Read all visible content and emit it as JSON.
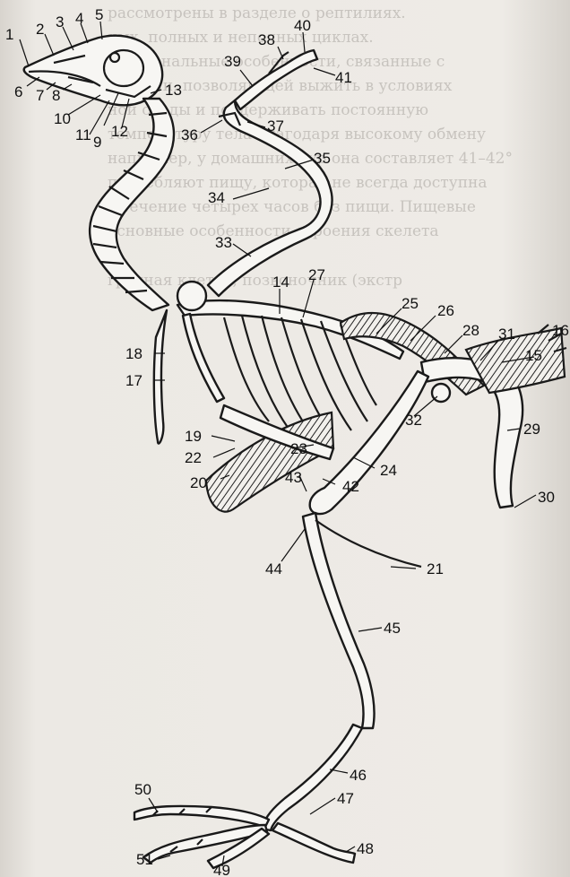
{
  "figure": {
    "labels": [
      {
        "id": "1",
        "text": "1"
      },
      {
        "id": "2",
        "text": "2"
      },
      {
        "id": "3",
        "text": "3"
      },
      {
        "id": "4",
        "text": "4"
      },
      {
        "id": "5",
        "text": "5"
      },
      {
        "id": "6",
        "text": "6"
      },
      {
        "id": "7",
        "text": "7"
      },
      {
        "id": "8",
        "text": "8"
      },
      {
        "id": "9",
        "text": "9"
      },
      {
        "id": "10",
        "text": "10"
      },
      {
        "id": "11",
        "text": "11"
      },
      {
        "id": "12",
        "text": "12"
      },
      {
        "id": "13",
        "text": "13"
      },
      {
        "id": "14",
        "text": "14"
      },
      {
        "id": "15",
        "text": "15"
      },
      {
        "id": "16",
        "text": "16"
      },
      {
        "id": "17",
        "text": "17"
      },
      {
        "id": "18",
        "text": "18"
      },
      {
        "id": "19",
        "text": "19"
      },
      {
        "id": "20",
        "text": "20"
      },
      {
        "id": "21",
        "text": "21"
      },
      {
        "id": "22",
        "text": "22"
      },
      {
        "id": "23",
        "text": "23"
      },
      {
        "id": "24",
        "text": "24"
      },
      {
        "id": "25",
        "text": "25"
      },
      {
        "id": "26",
        "text": "26"
      },
      {
        "id": "27",
        "text": "27"
      },
      {
        "id": "28",
        "text": "28"
      },
      {
        "id": "29",
        "text": "29"
      },
      {
        "id": "30",
        "text": "30"
      },
      {
        "id": "31",
        "text": "31"
      },
      {
        "id": "32",
        "text": "32"
      },
      {
        "id": "33",
        "text": "33"
      },
      {
        "id": "34",
        "text": "34"
      },
      {
        "id": "35",
        "text": "35"
      },
      {
        "id": "36",
        "text": "36"
      },
      {
        "id": "37",
        "text": "37"
      },
      {
        "id": "38",
        "text": "38"
      },
      {
        "id": "39",
        "text": "39"
      },
      {
        "id": "40",
        "text": "40"
      },
      {
        "id": "41",
        "text": "41"
      },
      {
        "id": "42",
        "text": "42"
      },
      {
        "id": "43",
        "text": "43"
      },
      {
        "id": "44",
        "text": "44"
      },
      {
        "id": "45",
        "text": "45"
      },
      {
        "id": "46",
        "text": "46"
      },
      {
        "id": "47",
        "text": "47"
      },
      {
        "id": "48",
        "text": "48"
      },
      {
        "id": "49",
        "text": "49"
      },
      {
        "id": "50",
        "text": "50"
      },
      {
        "id": "51",
        "text": "51"
      }
    ]
  },
  "background_text": {
    "lines": [
      "рассмотрены в разделе о рептилиях.",
      "ных, полных и неполных циклах.",
      "ные зональные особенности, связанные с",
      "степени, позволяющей выжить в условиях",
      "ной среды и поддерживать постоянную",
      "температуру тела благодаря высокому обмену",
      "например, у домашних кур она составляет 41–42°",
      "потребляют пищу, которая не всегда доступна",
      "в течение четырех часов без пищи. Пищевые",
      "основные особенности строения скелета",
      "грудная клетка, позвоночник (экстр"
    ]
  }
}
